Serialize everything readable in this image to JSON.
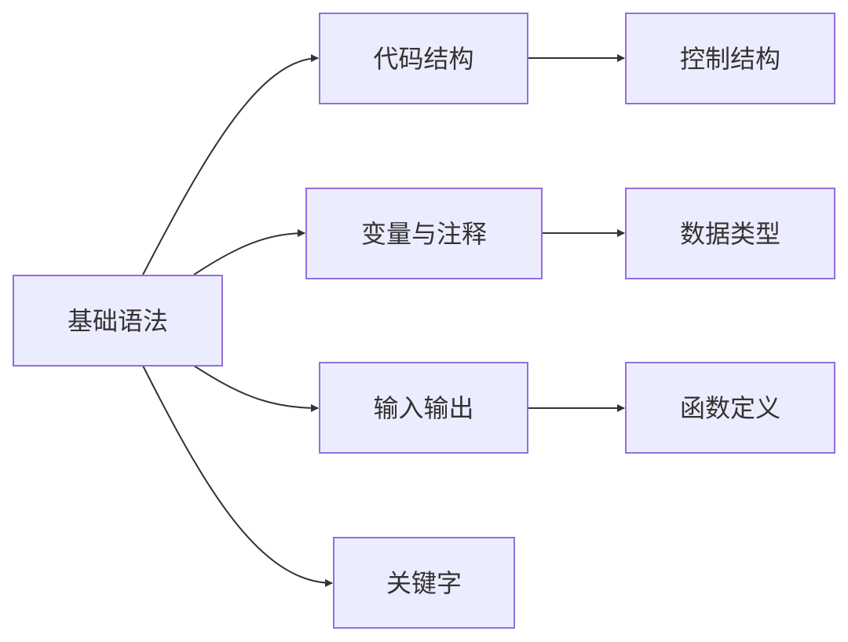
{
  "diagram": {
    "nodes": {
      "root": {
        "label": "基础语法"
      },
      "code_structure": {
        "label": "代码结构"
      },
      "control_structure": {
        "label": "控制结构"
      },
      "variables_comments": {
        "label": "变量与注释"
      },
      "data_types": {
        "label": "数据类型"
      },
      "input_output": {
        "label": "输入输出"
      },
      "function_definition": {
        "label": "函数定义"
      },
      "keywords": {
        "label": "关键字"
      }
    },
    "edges": [
      {
        "from": "基础语法",
        "to": "代码结构"
      },
      {
        "from": "基础语法",
        "to": "变量与注释"
      },
      {
        "from": "基础语法",
        "to": "输入输出"
      },
      {
        "from": "基础语法",
        "to": "关键字"
      },
      {
        "from": "代码结构",
        "to": "控制结构"
      },
      {
        "from": "变量与注释",
        "to": "数据类型"
      },
      {
        "from": "输入输出",
        "to": "函数定义"
      }
    ],
    "colors": {
      "node_fill": "#ececff",
      "node_border": "#9370db",
      "edge": "#333333",
      "text": "#333333"
    }
  }
}
